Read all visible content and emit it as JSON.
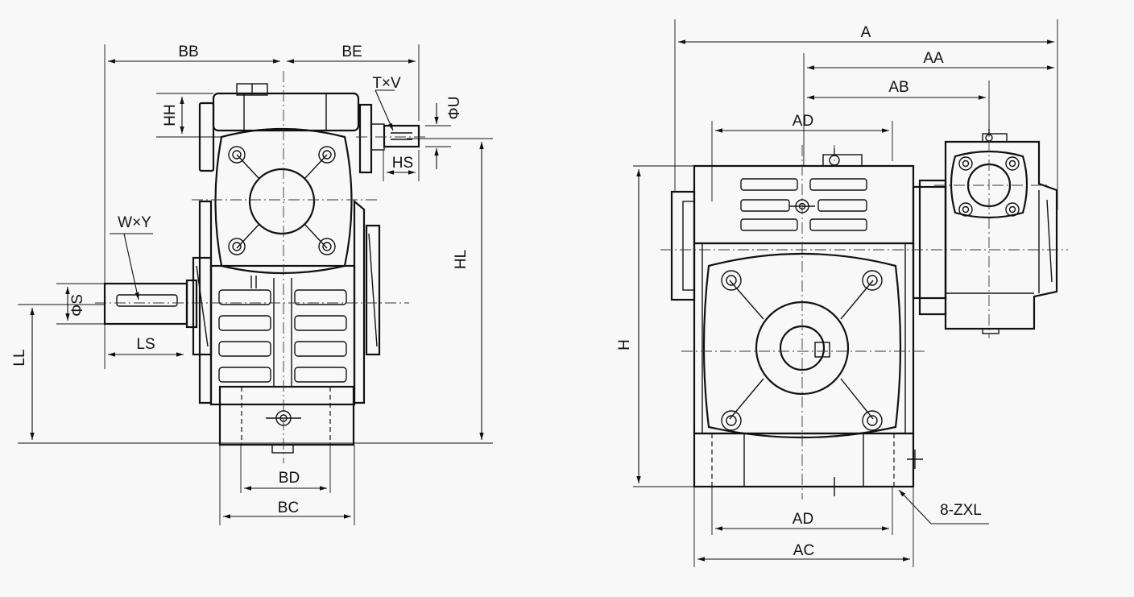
{
  "side_view": {
    "labels": {
      "bb": "BB",
      "be": "BE",
      "txv": "T×V",
      "hh": "HH",
      "phi_u": "ΦU",
      "hs": "HS",
      "wxy": "W×Y",
      "phi_s": "ΦS",
      "ls": "LS",
      "ll": "LL",
      "hl": "HL",
      "bd": "BD",
      "bc": "BC"
    }
  },
  "front_view": {
    "labels": {
      "a": "A",
      "aa": "AA",
      "ab": "AB",
      "ad_top": "AD",
      "h": "H",
      "ad_bottom": "AD",
      "ac": "AC",
      "zxl": "8-ZXL"
    }
  }
}
